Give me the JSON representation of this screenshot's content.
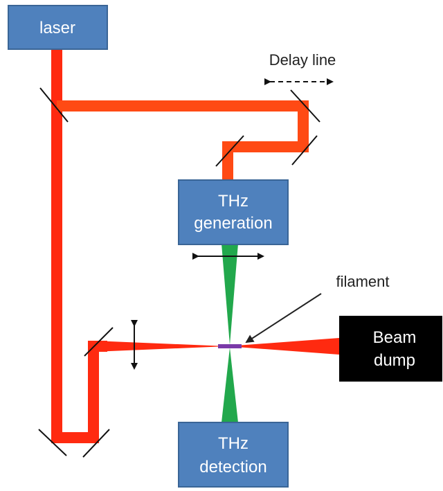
{
  "colors": {
    "laser_path": "#ff2a10",
    "delay_path": "#ff4a14",
    "thz_beam": "#22a84c",
    "box_fill": "#4f81bd",
    "box_stroke": "#3a6596",
    "beam_dump_fill": "#000000",
    "filament": "#7a3aa8",
    "text_light": "#ffffff",
    "text_dark": "#222222"
  },
  "boxes": {
    "laser": "laser",
    "thz_generation_line1": "THz",
    "thz_generation_line2": "generation",
    "thz_detection_line1": "THz",
    "thz_detection_line2": "detection",
    "beam_dump_line1": "Beam",
    "beam_dump_line2": "dump"
  },
  "labels": {
    "delay_line": "Delay line",
    "filament": "filament"
  },
  "icons": {
    "mirror": "mirror-icon",
    "double_arrow": "double-arrow-icon",
    "dashed_double_arrow": "dashed-double-arrow-icon"
  }
}
